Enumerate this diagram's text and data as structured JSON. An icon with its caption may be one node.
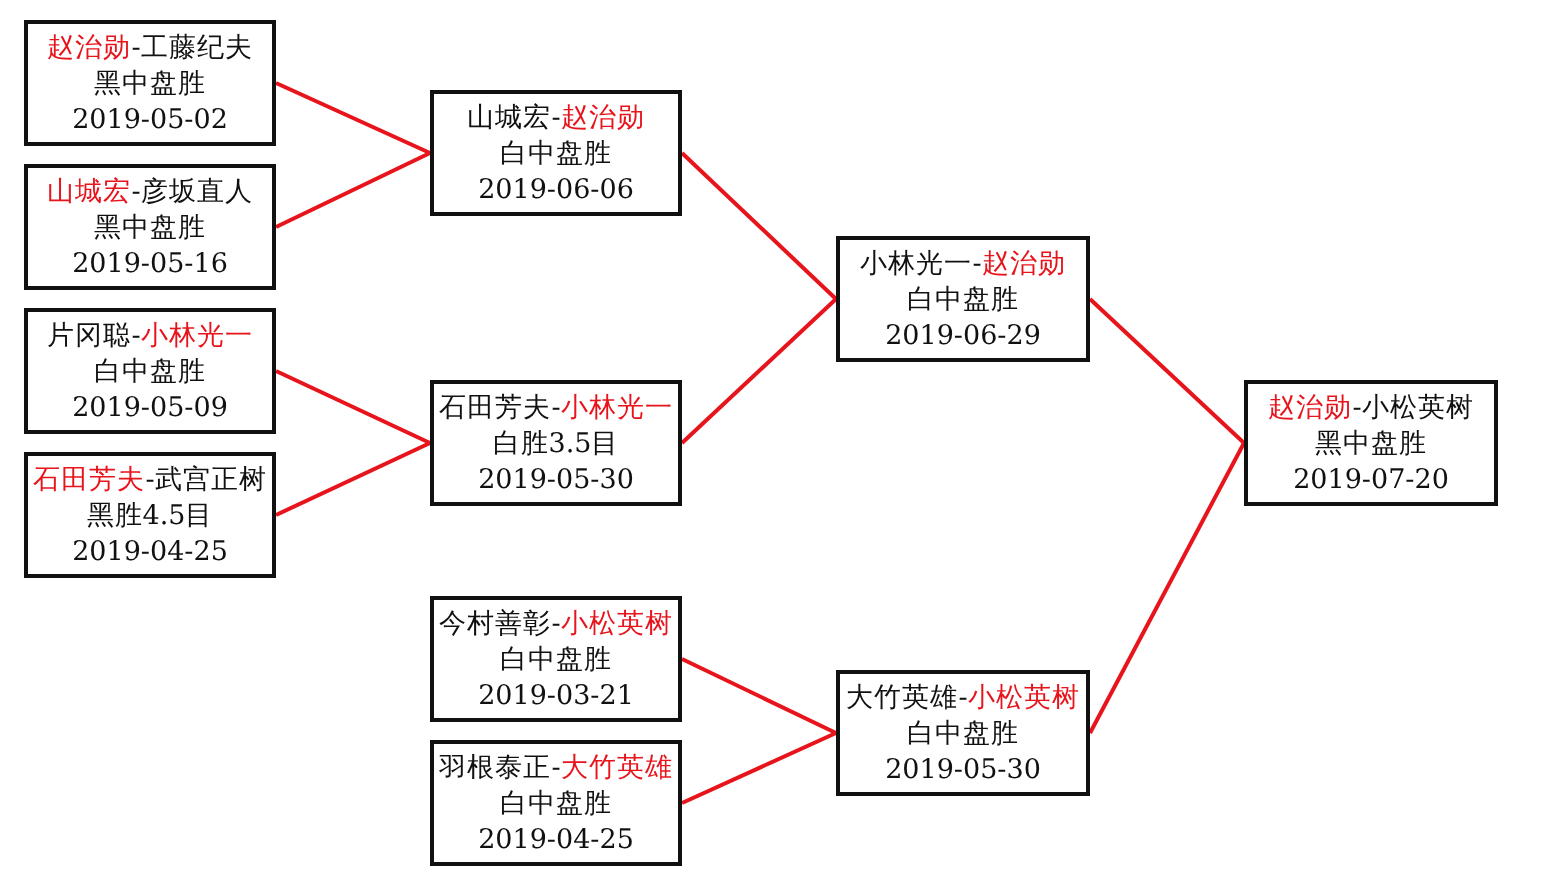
{
  "diagram": {
    "nodes": [
      {
        "text": [
          "赵治勋-工藤纪夫",
          "黑中盘胜",
          "2019-05-02"
        ]
      },
      {
        "text": [
          "山城宏-彦坂直人",
          "黑中盘胜",
          "2019-05-16"
        ]
      },
      {
        "text": [
          "片冈聪-小林光一",
          "白中盘胜",
          "2019-05-09"
        ]
      },
      {
        "text": [
          "石田芳夫-武宫正树",
          "黑胜4.5目",
          "2019-04-25"
        ]
      },
      {
        "text": [
          "今村善彰-小松英树",
          "白中盘胜",
          "2019-03-21"
        ]
      },
      {
        "text": [
          "羽根泰正-大竹英雄",
          "白中盘胜",
          "2019-04-25"
        ]
      },
      {
        "text": [
          "山城宏-赵治勋",
          "白中盘胜",
          "2019-06-06"
        ]
      },
      {
        "text": [
          "石田芳夫-小林光一",
          "白胜3.5目",
          "2019-05-30"
        ]
      },
      {
        "text": [
          "小林光一-赵治勋",
          "白中盘胜",
          "2019-06-29"
        ]
      },
      {
        "text": [
          "大竹英雄-小松英树",
          "白中盘胜",
          "2019-05-30"
        ]
      },
      {
        "text": [
          "赵治勋-小松英树",
          "黑中盘胜",
          "2019-07-20"
        ]
      }
    ],
    "edges": [
      {
        "from": 0,
        "to": 6,
        "arrow": "none"
      },
      {
        "from": 1,
        "to": 6,
        "arrow": "none"
      },
      {
        "from": 2,
        "to": 7,
        "arrow": "none"
      },
      {
        "from": 3,
        "to": 7,
        "arrow": "none"
      },
      {
        "from": 4,
        "to": 9,
        "arrow": "none"
      },
      {
        "from": 5,
        "to": 9,
        "arrow": "none"
      },
      {
        "from": 6,
        "to": 8,
        "arrow": "none"
      },
      {
        "from": 7,
        "to": 8,
        "arrow": "none"
      },
      {
        "from": 8,
        "to": 10,
        "arrow": "none"
      },
      {
        "from": 9,
        "to": 10,
        "arrow": "none"
      }
    ]
  }
}
